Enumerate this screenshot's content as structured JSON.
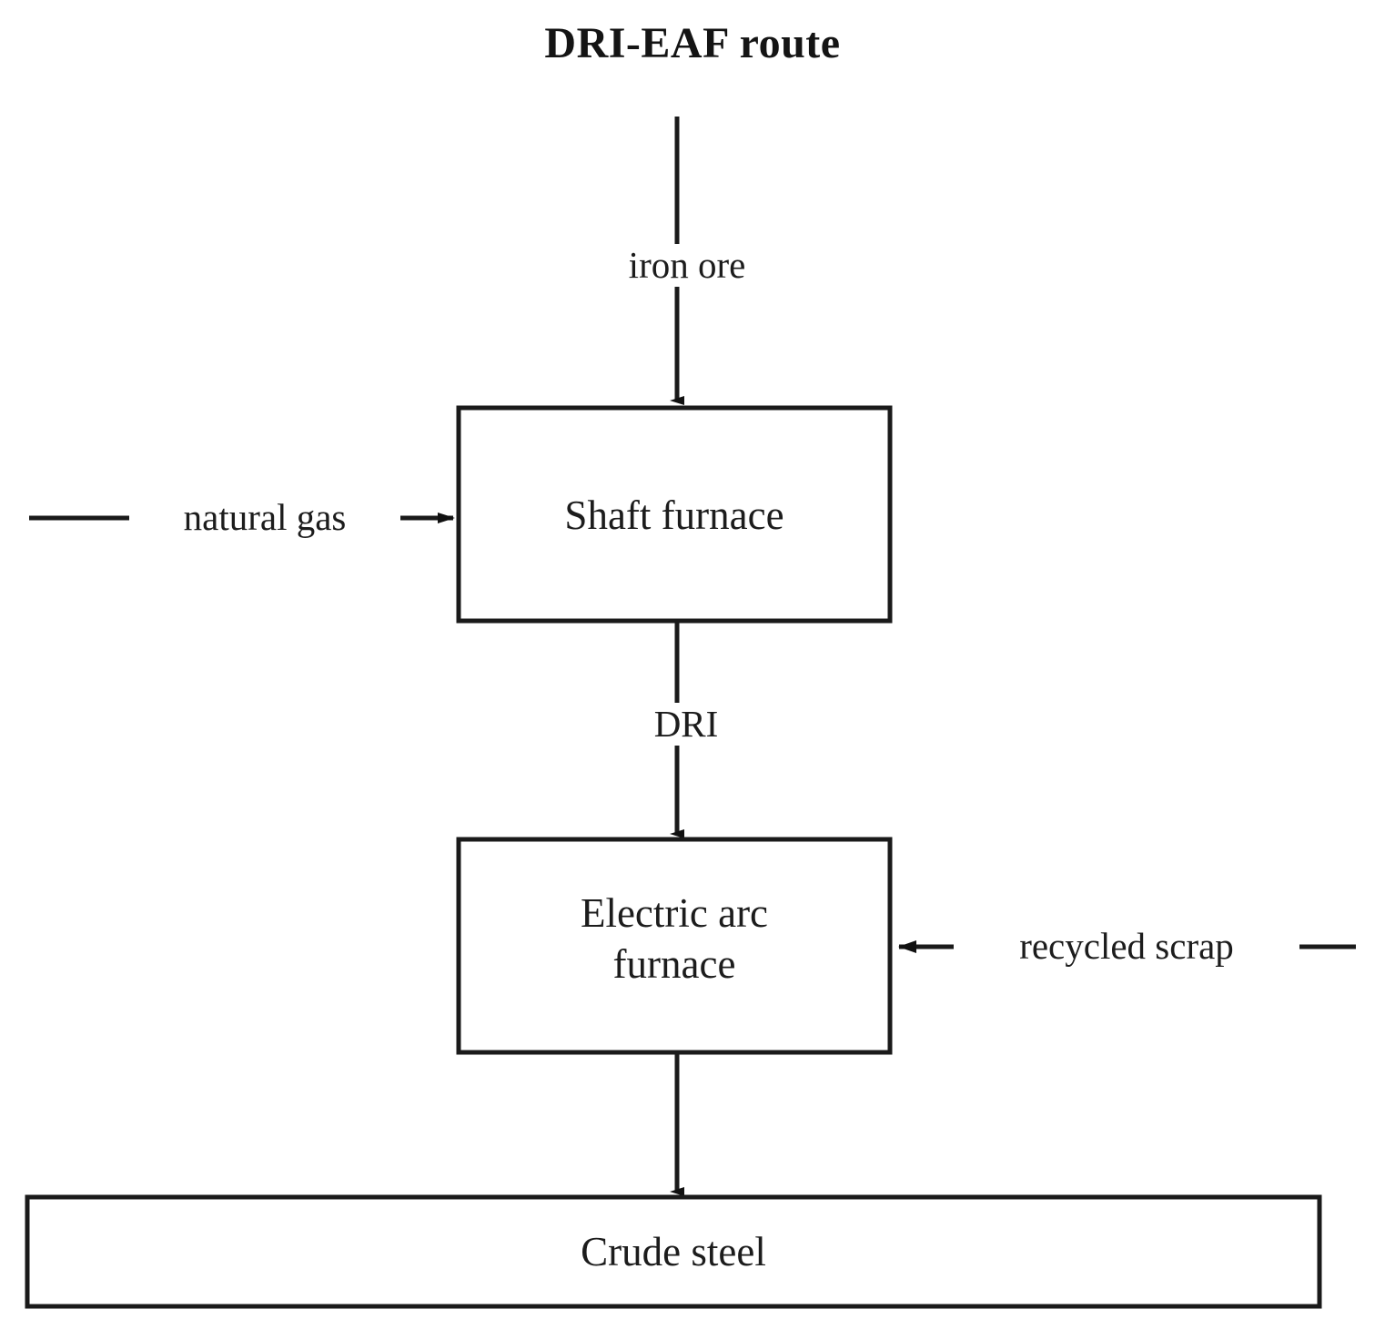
{
  "diagram": {
    "title": "DRI-EAF route",
    "type": "process-flow-diagram",
    "background_color": "#ffffff",
    "line_color": "#1a1a1a",
    "text_color": "#1c1c1c",
    "nodes": [
      {
        "id": "shaft-furnace",
        "label": "Shaft furnace",
        "shape": "rectangle"
      },
      {
        "id": "electric-arc-furnace",
        "label": "Electric arc\nfurnace",
        "label_line1": "Electric arc",
        "label_line2": "furnace",
        "shape": "rectangle"
      },
      {
        "id": "crude-steel",
        "label": "Crude steel",
        "shape": "rectangle"
      }
    ],
    "edges": [
      {
        "id": "iron-ore",
        "label": "iron ore",
        "from": "input",
        "to": "shaft-furnace",
        "direction": "down"
      },
      {
        "id": "natural-gas",
        "label": "natural gas",
        "from": "input",
        "to": "shaft-furnace",
        "direction": "right"
      },
      {
        "id": "dri",
        "label": "DRI",
        "from": "shaft-furnace",
        "to": "electric-arc-furnace",
        "direction": "down"
      },
      {
        "id": "recycled-scrap",
        "label": "recycled scrap",
        "from": "input",
        "to": "electric-arc-furnace",
        "direction": "left"
      },
      {
        "id": "steel-output",
        "label": "",
        "from": "electric-arc-furnace",
        "to": "crude-steel",
        "direction": "down"
      }
    ]
  }
}
